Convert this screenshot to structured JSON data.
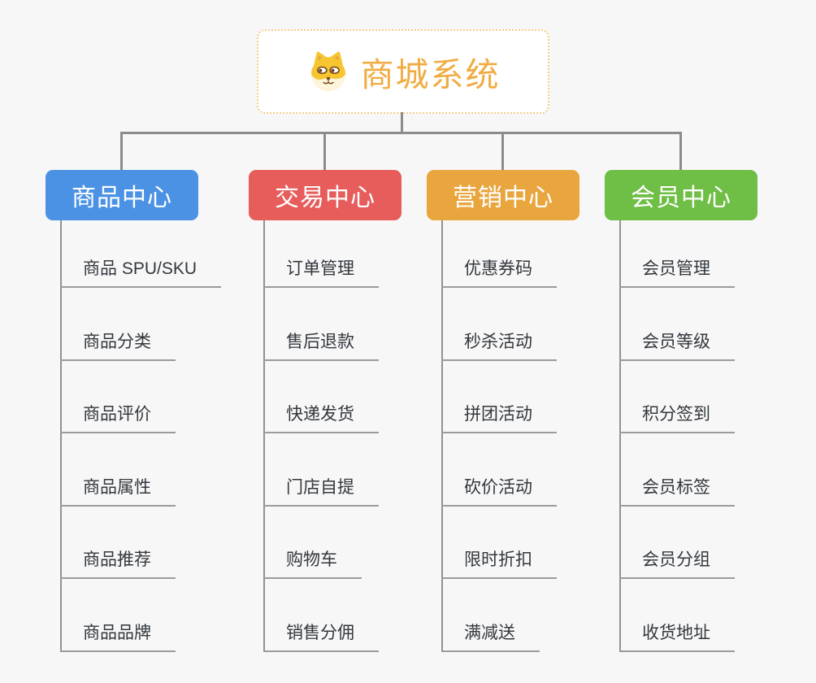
{
  "page": {
    "background": "#f7f7f7",
    "connector_color": "#8c8c8c"
  },
  "root": {
    "title": "商城系统",
    "icon": "dog-face-icon",
    "text_color": "#f0ac42",
    "border_color": "#f4cb85"
  },
  "branches": [
    {
      "label": "商品中心",
      "color": "#4b92e5",
      "children": [
        "商品 SPU/SKU",
        "商品分类",
        "商品评价",
        "商品属性",
        "商品推荐",
        "商品品牌"
      ]
    },
    {
      "label": "交易中心",
      "color": "#e65d5c",
      "children": [
        "订单管理",
        "售后退款",
        "快递发货",
        "门店自提",
        "购物车",
        "销售分佣"
      ]
    },
    {
      "label": "营销中心",
      "color": "#e9a63e",
      "children": [
        "优惠券码",
        "秒杀活动",
        "拼团活动",
        "砍价活动",
        "限时折扣",
        "满减送"
      ]
    },
    {
      "label": "会员中心",
      "color": "#6fbe45",
      "children": [
        "会员管理",
        "会员等级",
        "积分签到",
        "会员标签",
        "会员分组",
        "收货地址"
      ]
    }
  ]
}
